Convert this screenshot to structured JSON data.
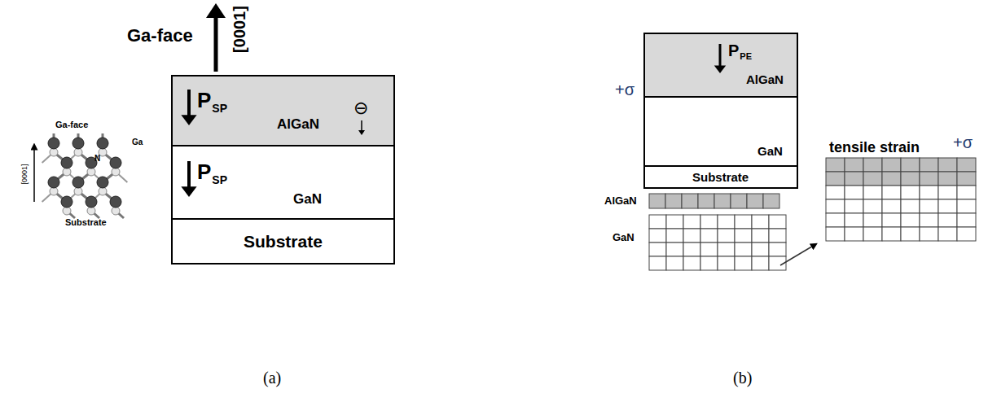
{
  "diagram": {
    "nodes": [
      {
        "text": [
          "P",
          "SP",
          "AlGaN",
          "⊖"
        ]
      },
      {
        "text": [
          "P",
          "SP",
          "GaN"
        ]
      },
      {
        "text": [
          "Substrate"
        ]
      },
      {
        "text": [
          "P",
          "PE",
          "AlGaN"
        ]
      },
      {
        "text": [
          "GaN"
        ]
      },
      {
        "text": [
          "Substrate"
        ]
      }
    ],
    "labels": [
      "Ga-face",
      "Ga",
      "N",
      "[0001]",
      "Substrate",
      "Ga-face",
      "[0001]",
      "+σ",
      "AlGaN",
      "GaN",
      "tensile strain",
      "+σ",
      "(a)",
      "(b)"
    ]
  }
}
